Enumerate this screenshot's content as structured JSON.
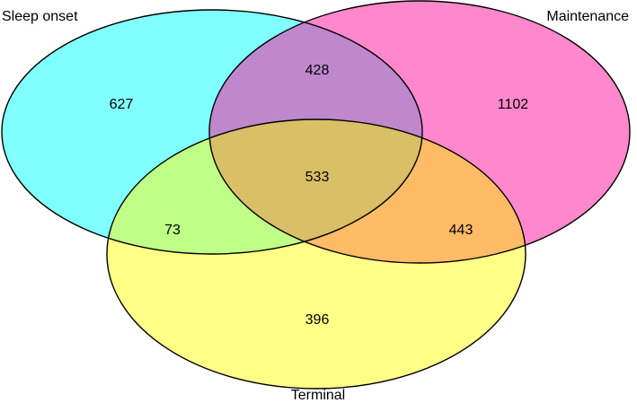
{
  "sets": [
    {
      "key": "sleep_onset",
      "label": "Sleep onset",
      "color": "#80FFFF"
    },
    {
      "key": "maintenance",
      "label": "Maintenance",
      "color": "#FF88CC"
    },
    {
      "key": "terminal",
      "label": "Terminal",
      "color": "#FFFF88"
    }
  ],
  "regions": {
    "sleep_onset_only": {
      "count": "627",
      "color": "#80FFFF"
    },
    "maintenance_only": {
      "count": "1102",
      "color": "#FF88CC"
    },
    "terminal_only": {
      "count": "396",
      "color": "#FFFF88"
    },
    "sleep_onset_maintenance": {
      "count": "428",
      "color": "#BF88CC"
    },
    "sleep_onset_terminal": {
      "count": "73",
      "color": "#BFFF88"
    },
    "maintenance_terminal": {
      "count": "443",
      "color": "#FFBB66"
    },
    "all_three": {
      "count": "533",
      "color": "#D9BF66"
    }
  }
}
